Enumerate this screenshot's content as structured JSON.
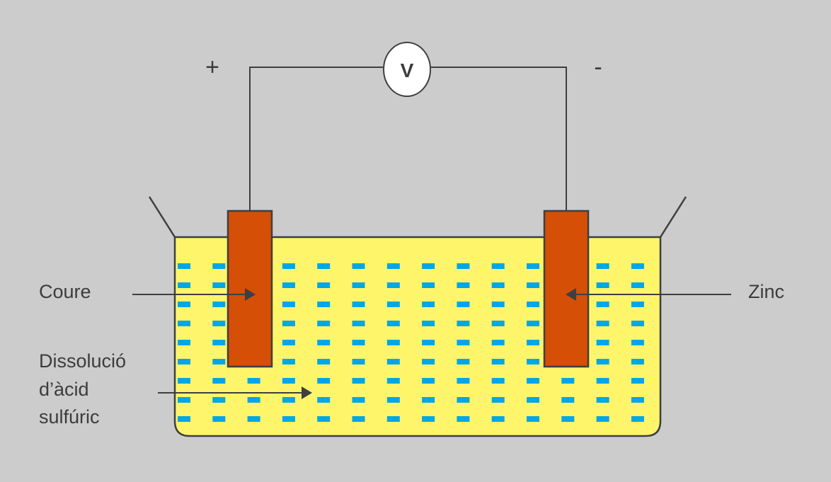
{
  "diagram": {
    "title": "Galvanic cell (copper–zinc in sulfuric acid)",
    "voltmeter": {
      "symbol": "V"
    },
    "polarity": {
      "positive": "+",
      "negative": "-"
    },
    "labels": {
      "copper": "Coure",
      "zinc": "Zinc",
      "solution_lines": [
        "Dissolució",
        "d’àcid",
        "sulfúric"
      ]
    },
    "colors": {
      "background": "#cccccc",
      "solution": "#fff56b",
      "electrode": "#d54f06",
      "ions": "#00a6e8",
      "stroke": "#3f3f3f",
      "voltmeter_fill": "#ffffff"
    },
    "ion_grid": {
      "rows": 9,
      "columns": 14
    }
  }
}
